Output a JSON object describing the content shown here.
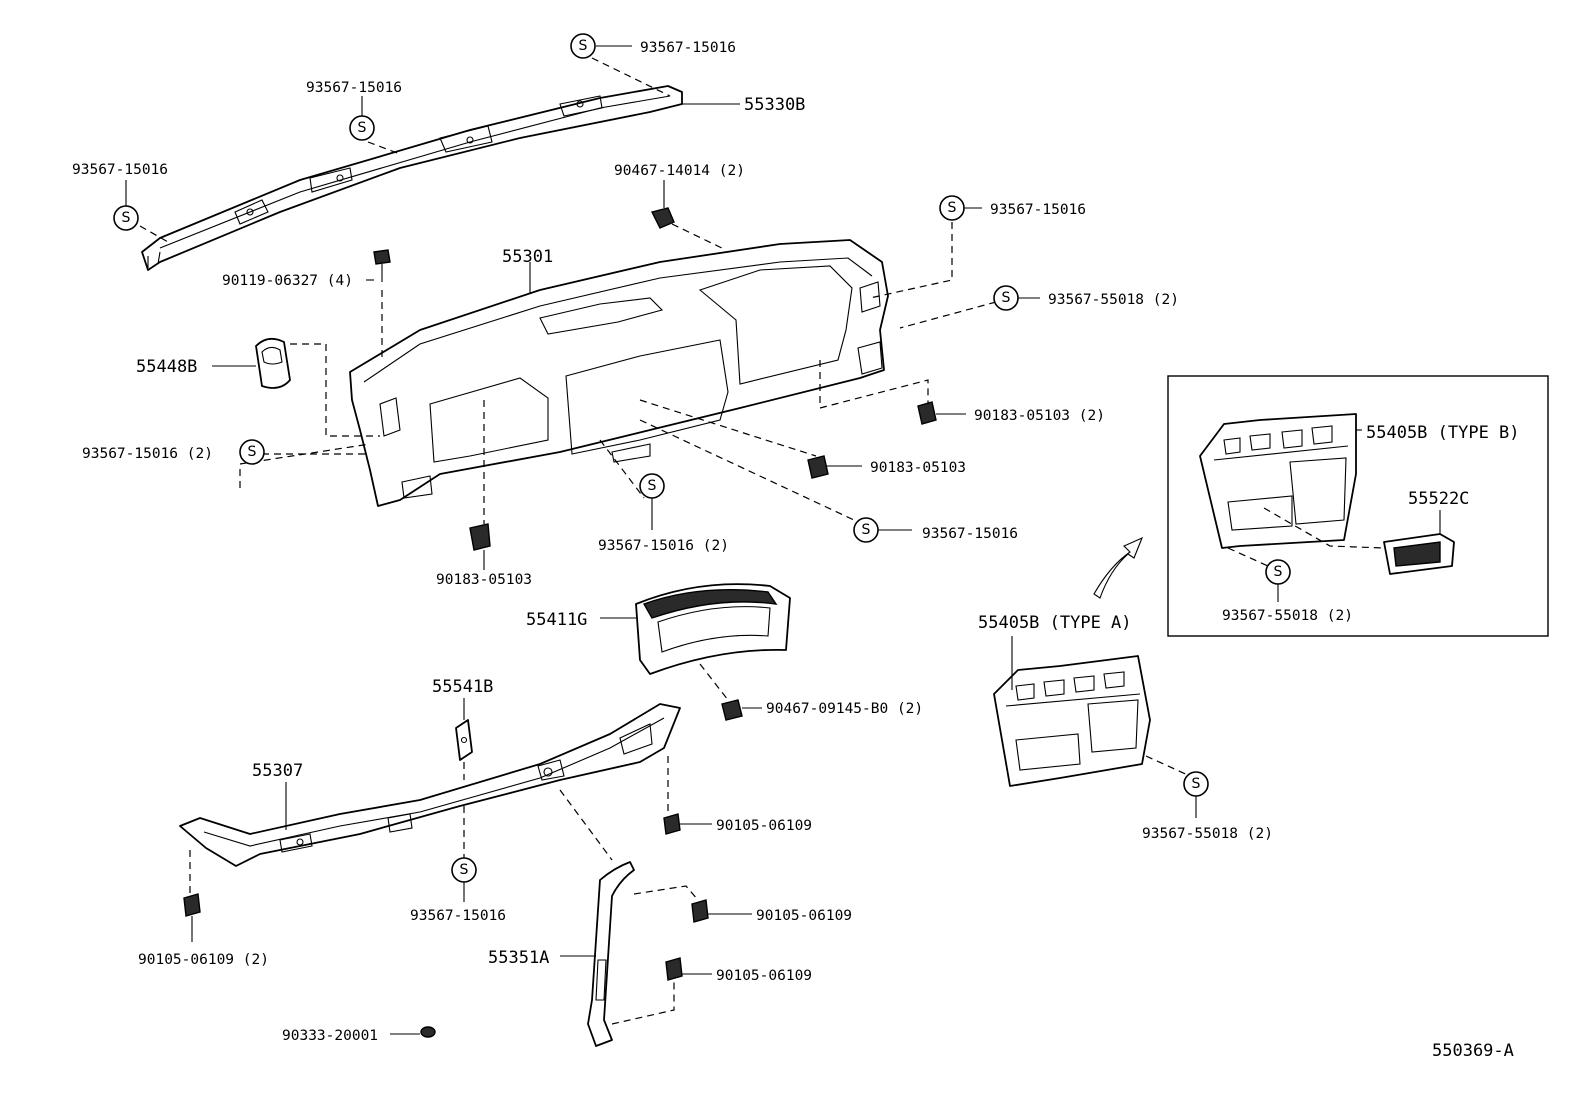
{
  "labels": {
    "p_93567_15016_top": "93567-15016",
    "p_55330B": "55330B",
    "p_93567_15016_a": "93567-15016",
    "p_93567_15016_b": "93567-15016",
    "p_90467_14014": "90467-14014 (2)",
    "p_93567_15016_c": "93567-15016",
    "p_93567_55018_a": "93567-55018 (2)",
    "p_55301": "55301",
    "p_90119_06327": "90119-06327 (4)",
    "p_55448B": "55448B",
    "p_93567_15016_d": "93567-15016 (2)",
    "p_90183_05103_a": "90183-05103 (2)",
    "p_90183_05103_b": "90183-05103",
    "p_93567_15016_e": "93567-15016",
    "p_93567_15016_f": "93567-15016 (2)",
    "p_90183_05103_c": "90183-05103",
    "p_55405B_B": "55405B (TYPE  B)",
    "p_55522C": "55522C",
    "p_93567_55018_b": "93567-55018 (2)",
    "p_55405B_A": "55405B (TYPE  A)",
    "p_93567_55018_c": "93567-55018 (2)",
    "p_55411G": "55411G",
    "p_90467_09145": "90467-09145-B0 (2)",
    "p_55541B": "55541B",
    "p_55307": "55307",
    "p_90105_06109_a": "90105-06109",
    "p_93567_15016_g": "93567-15016",
    "p_90105_06109_b": "90105-06109",
    "p_90105_06109_c": "90105-06109 (2)",
    "p_55351A": "55351A",
    "p_90105_06109_d": "90105-06109",
    "p_90333_20001": "90333-20001",
    "ref": "550369-A"
  },
  "symbol": "S"
}
